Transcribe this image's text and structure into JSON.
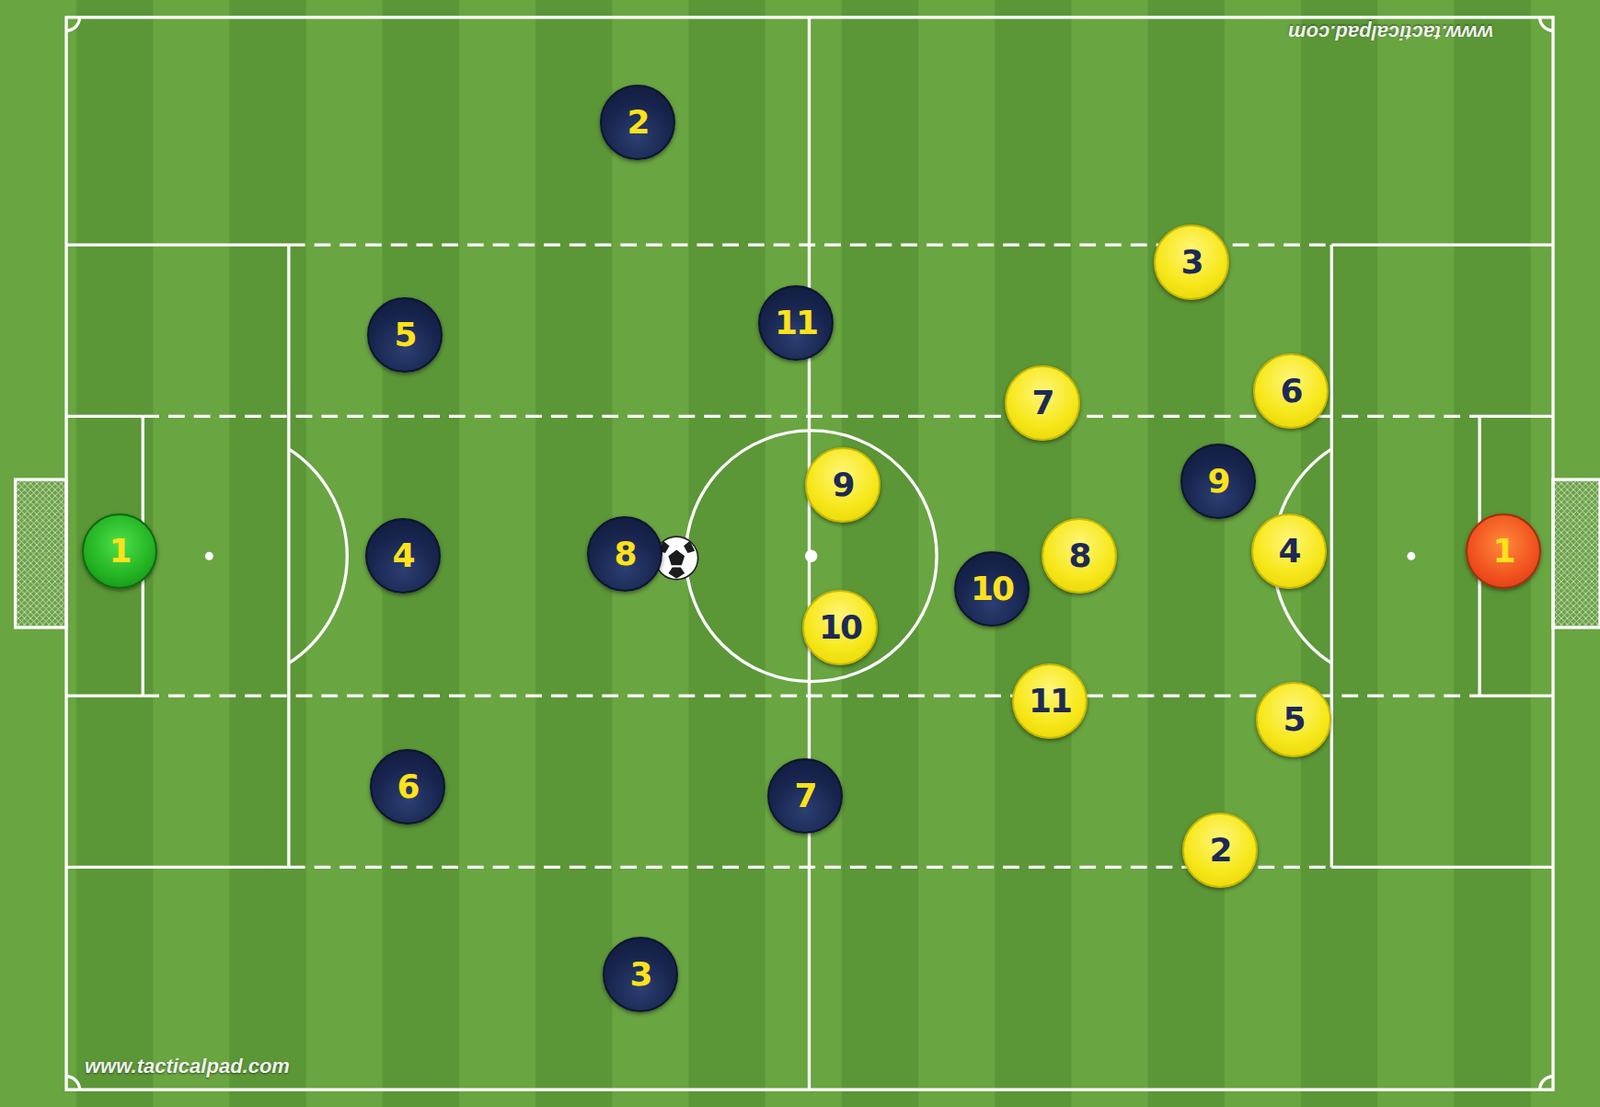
{
  "diagram": {
    "nodes": [
      {
        "text": [
          "1"
        ]
      },
      {
        "text": [
          "2"
        ]
      },
      {
        "text": [
          "5"
        ]
      },
      {
        "text": [
          "4"
        ]
      },
      {
        "text": [
          "6"
        ]
      },
      {
        "text": [
          "3"
        ]
      },
      {
        "text": [
          "8"
        ]
      },
      {
        "text": [
          "11"
        ]
      },
      {
        "text": [
          "7"
        ]
      },
      {
        "text": [
          "9"
        ]
      },
      {
        "text": [
          "10"
        ]
      },
      {
        "text": [
          "9"
        ]
      },
      {
        "text": [
          "10"
        ]
      },
      {
        "text": [
          "7"
        ]
      },
      {
        "text": [
          "3"
        ]
      },
      {
        "text": [
          "6"
        ]
      },
      {
        "text": [
          "8"
        ]
      },
      {
        "text": [
          "4"
        ]
      },
      {
        "text": [
          "11"
        ]
      },
      {
        "text": [
          "5"
        ]
      },
      {
        "text": [
          "2"
        ]
      },
      {
        "text": [
          "1"
        ]
      }
    ],
    "labels": [
      "www.tacticalpad.com",
      "www.tacticalpad.com"
    ]
  }
}
